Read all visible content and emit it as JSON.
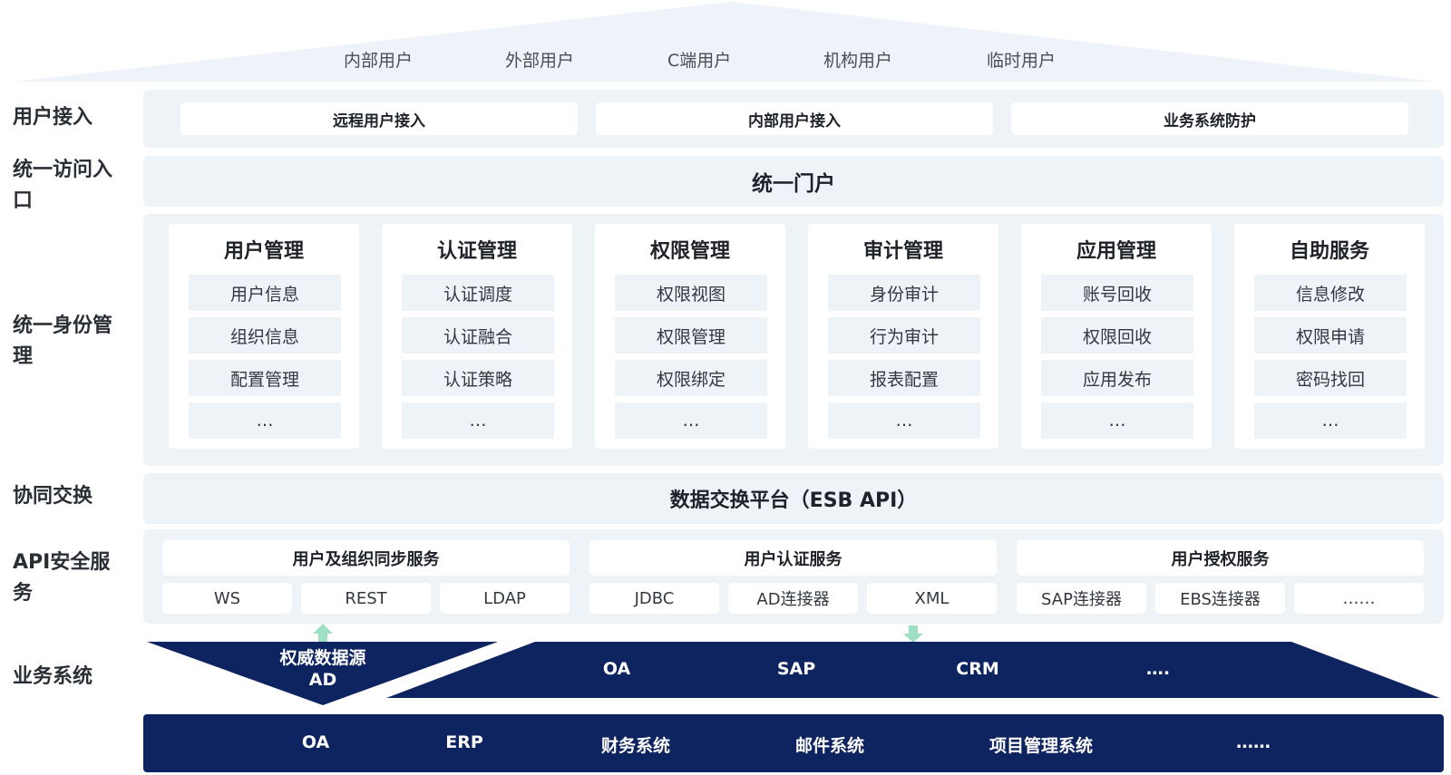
{
  "colors": {
    "panel": "#eef3f7",
    "roof": "#edf3f8",
    "navy": "#0e2460",
    "arrow": "#9fe0c4"
  },
  "roof": {
    "users": [
      "内部用户",
      "外部用户",
      "C端用户",
      "机构用户",
      "临时用户"
    ]
  },
  "layers": {
    "access": "用户接入",
    "entry": "统一访问入口",
    "identity": "统一身份管理",
    "exchange": "协同交换",
    "api_security": "API安全服务",
    "business": "业务系统"
  },
  "access_items": [
    "远程用户接入",
    "内部用户接入",
    "业务系统防护"
  ],
  "portal": "统一门户",
  "modules": [
    {
      "title": "用户管理",
      "items": [
        "用户信息",
        "组织信息",
        "配置管理",
        "…"
      ]
    },
    {
      "title": "认证管理",
      "items": [
        "认证调度",
        "认证融合",
        "认证策略",
        "…"
      ]
    },
    {
      "title": "权限管理",
      "items": [
        "权限视图",
        "权限管理",
        "权限绑定",
        "…"
      ]
    },
    {
      "title": "审计管理",
      "items": [
        "身份审计",
        "行为审计",
        "报表配置",
        "…"
      ]
    },
    {
      "title": "应用管理",
      "items": [
        "账号回收",
        "权限回收",
        "应用发布",
        "…"
      ]
    },
    {
      "title": "自助服务",
      "items": [
        "信息修改",
        "权限申请",
        "密码找回",
        "…"
      ]
    }
  ],
  "exchange": "数据交换平台（ESB API）",
  "services": [
    {
      "title": "用户及组织同步服务",
      "protocols": [
        "WS",
        "REST",
        "LDAP"
      ]
    },
    {
      "title": "用户认证服务",
      "protocols": [
        "JDBC",
        "AD连接器",
        "XML"
      ]
    },
    {
      "title": "用户授权服务",
      "protocols": [
        "SAP连接器",
        "EBS连接器",
        "……"
      ]
    }
  ],
  "authority_source": {
    "line1": "权威数据源",
    "line2": "AD"
  },
  "business_top": [
    "OA",
    "SAP",
    "CRM",
    "…."
  ],
  "business_bottom": [
    "OA",
    "ERP",
    "财务系统",
    "邮件系统",
    "项目管理系统",
    "……"
  ]
}
